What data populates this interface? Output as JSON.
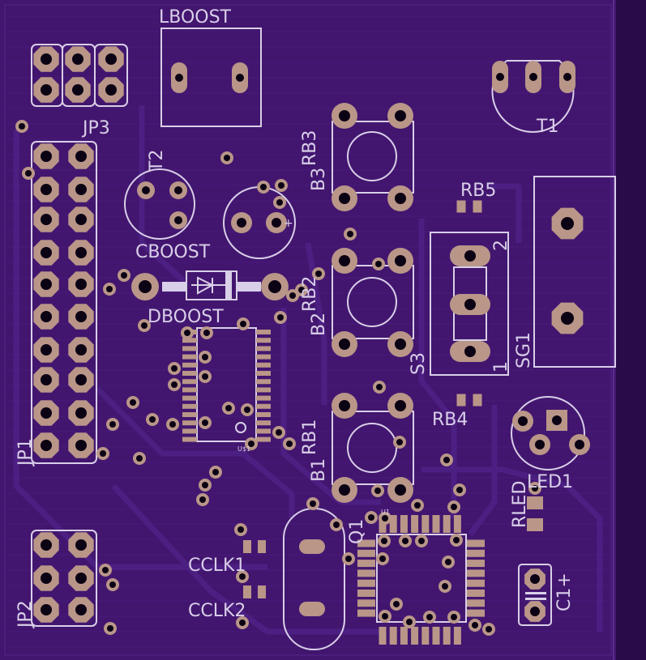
{
  "board": {
    "title": "PCB layout (top view)",
    "colors": {
      "substrate": "#42166f",
      "copper": "#b99688",
      "silkscreen": "#d9cfe8",
      "outside": "#2a0b4a"
    }
  },
  "labels": {
    "lboost": "LBOOST",
    "jp3": "JP3",
    "t2": "T2",
    "t1": "T1",
    "rb3": "RB3",
    "b3": "B3",
    "rb5": "RB5",
    "cboost": "CBOOST",
    "cboost_plus": "+",
    "dboost": "DBOOST",
    "rb2": "RB2",
    "b2": "B2",
    "s3": "S3",
    "sg1": "SG1",
    "sg1_pin2": "2",
    "sg1_pin1": "1",
    "rb4": "RB4",
    "rb1": "RB1",
    "b1": "B1",
    "led1": "LED1",
    "rled": "RLED",
    "q1": "Q1",
    "cclk1": "CCLK1",
    "cclk2": "CCLK2",
    "c1": "C1+",
    "jp1": "JP1",
    "jp2": "JP2",
    "us1": "U$1",
    "u1": "U1"
  }
}
